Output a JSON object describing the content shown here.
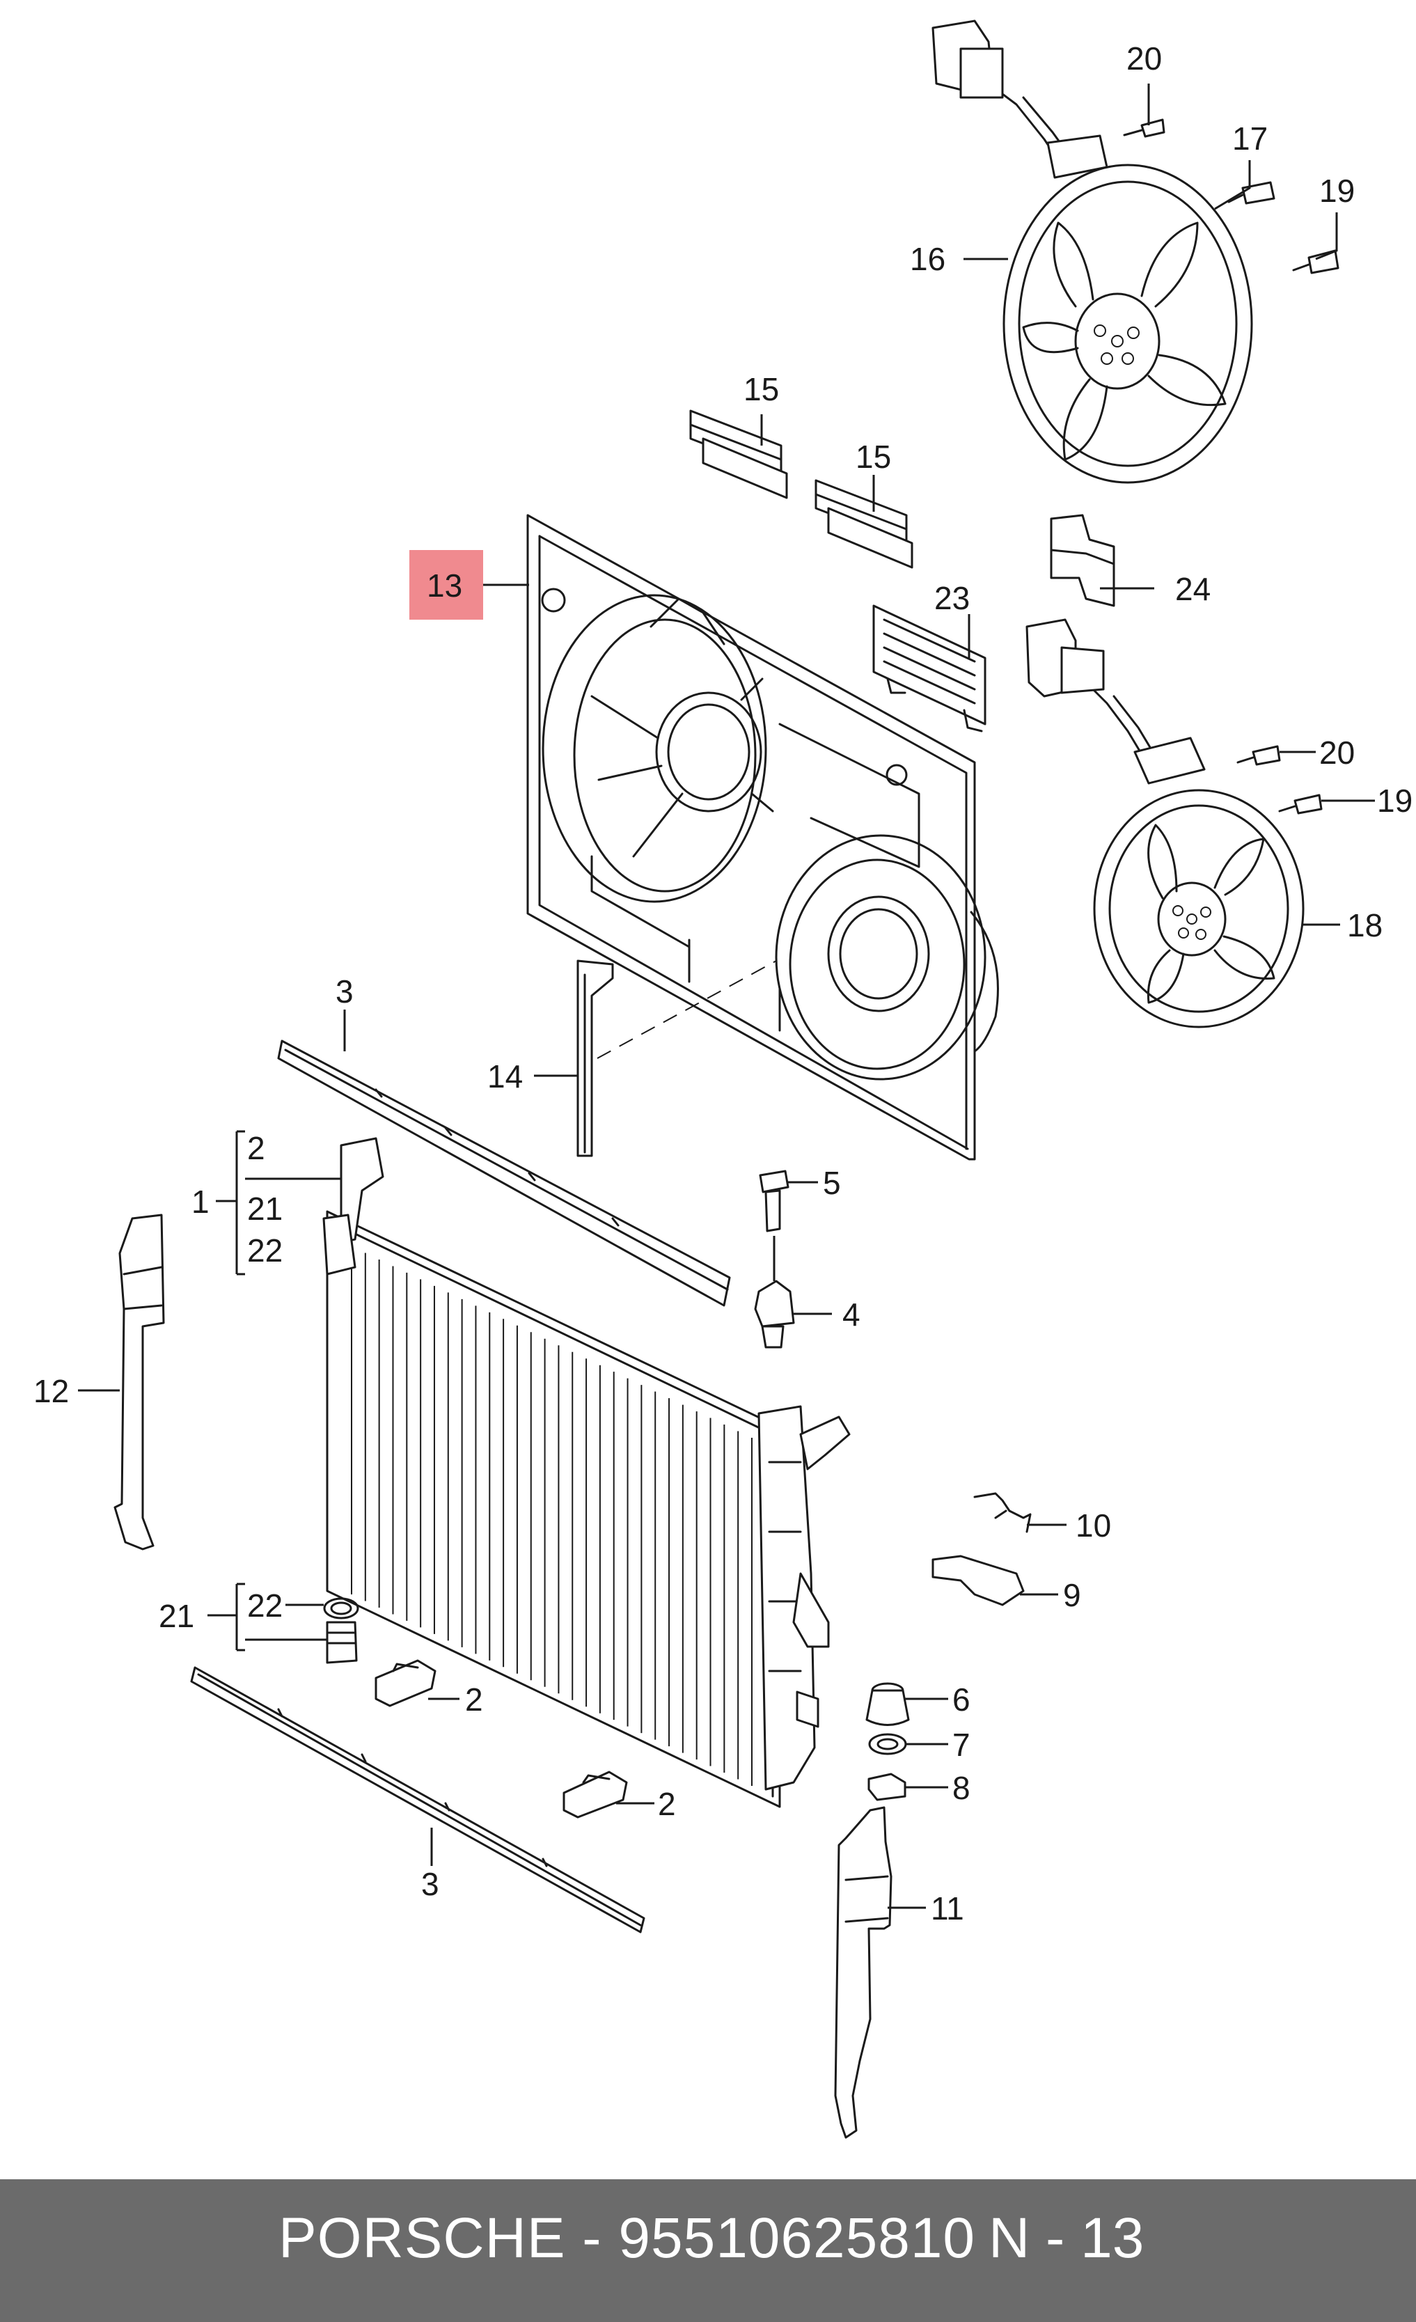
{
  "diagram": {
    "highlight_color": "#f08a8f",
    "highlighted_callout": "13",
    "callouts": [
      {
        "id": "c20a",
        "label": "20"
      },
      {
        "id": "c17",
        "label": "17"
      },
      {
        "id": "c19a",
        "label": "19"
      },
      {
        "id": "c16",
        "label": "16"
      },
      {
        "id": "c15a",
        "label": "15"
      },
      {
        "id": "c15b",
        "label": "15"
      },
      {
        "id": "c13",
        "label": "13"
      },
      {
        "id": "c24",
        "label": "24"
      },
      {
        "id": "c23",
        "label": "23"
      },
      {
        "id": "c20b",
        "label": "20"
      },
      {
        "id": "c19b",
        "label": "19"
      },
      {
        "id": "c18",
        "label": "18"
      },
      {
        "id": "c3a",
        "label": "3"
      },
      {
        "id": "c14",
        "label": "14"
      },
      {
        "id": "c2a",
        "label": "2"
      },
      {
        "id": "c1",
        "label": "1"
      },
      {
        "id": "c21a",
        "label": "21"
      },
      {
        "id": "c22a",
        "label": "22"
      },
      {
        "id": "c5",
        "label": "5"
      },
      {
        "id": "c4",
        "label": "4"
      },
      {
        "id": "c12",
        "label": "12"
      },
      {
        "id": "c10",
        "label": "10"
      },
      {
        "id": "c9",
        "label": "9"
      },
      {
        "id": "c21b",
        "label": "21"
      },
      {
        "id": "c22b",
        "label": "22"
      },
      {
        "id": "c2b",
        "label": "2"
      },
      {
        "id": "c6",
        "label": "6"
      },
      {
        "id": "c7",
        "label": "7"
      },
      {
        "id": "c8",
        "label": "8"
      },
      {
        "id": "c2c",
        "label": "2"
      },
      {
        "id": "c3b",
        "label": "3"
      },
      {
        "id": "c11",
        "label": "11"
      }
    ]
  },
  "footer": {
    "title": "PORSCHE - 95510625810",
    "page": "N - 13",
    "background": "#6b6b6b"
  }
}
